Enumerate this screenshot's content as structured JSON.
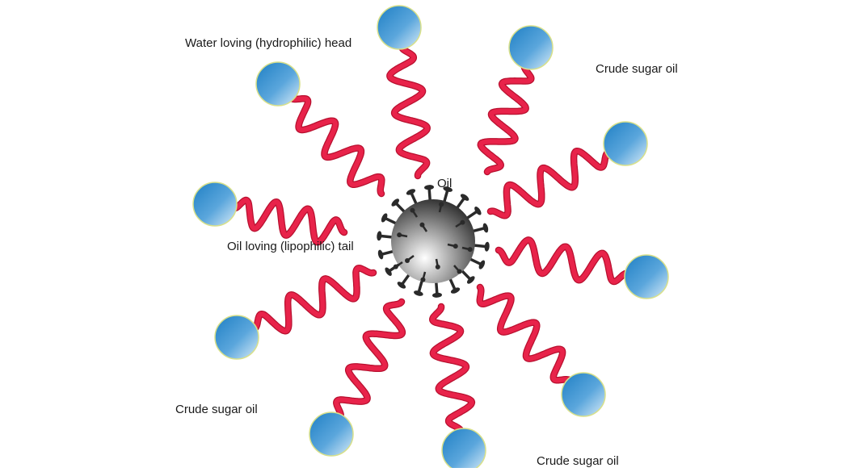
{
  "labels": {
    "head": "Water loving (hydrophilic) head",
    "tail": "Oil loving (lipophilic) tail",
    "oil": "Oil",
    "crude_top_right": "Crude sugar oil",
    "crude_bottom_left": "Crude sugar oil",
    "crude_bottom_right": "Crude sugar oil"
  },
  "colors": {
    "tail": "#e8234a",
    "tail_edge": "#b8102f",
    "head_light": "#cfe6f7",
    "head_dark": "#1f7fc4",
    "head_rim": "#d8e08a",
    "particle": "#2a2a2a"
  }
}
